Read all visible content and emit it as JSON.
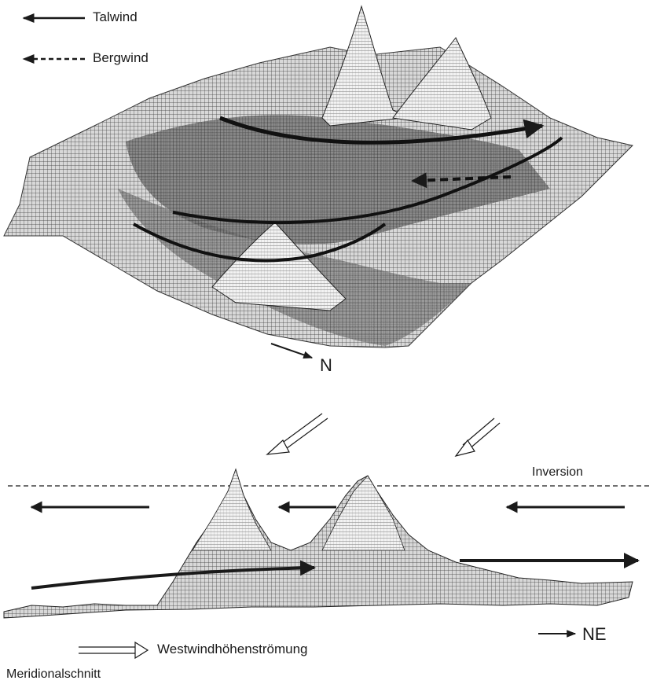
{
  "legend": {
    "talwind": "Talwind",
    "bergwind": "Bergwind"
  },
  "upper_view": {
    "north_label": "N"
  },
  "lower_view": {
    "inversion_label": "Inversion",
    "ne_label": "NE",
    "westwind_label": "Westwindhöhenströmung",
    "section_label": "Meridionalschnitt"
  }
}
